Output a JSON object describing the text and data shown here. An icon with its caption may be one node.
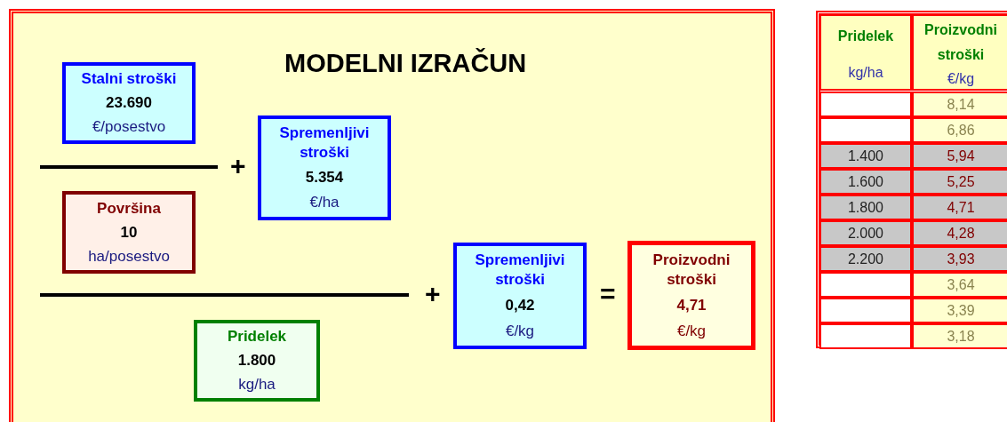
{
  "diagram": {
    "title": "MODELNI IZRAČUN",
    "nodes": [
      {
        "text": [
          "Stalni stroški",
          "23.690",
          "€/posestvo"
        ]
      },
      {
        "text": [
          "Spremenljivi stroški",
          "5.354",
          "€/ha"
        ]
      },
      {
        "text": [
          "Površina",
          "10",
          "ha/posestvo"
        ]
      },
      {
        "text": [
          "Spremenljivi stroški",
          "0,42",
          "€/kg"
        ]
      },
      {
        "text": [
          "Proizvodni stroški",
          "4,71",
          "€/kg"
        ]
      },
      {
        "text": [
          "Pridelek",
          "1.800",
          "kg/ha"
        ]
      }
    ],
    "edges": [],
    "labels": [
      "+",
      "+",
      "=",
      "Pridelek",
      "Proizvodni stroški",
      "kg/ha",
      "€/kg",
      "8,14",
      "6,86",
      "1.400",
      "5,94",
      "1.600",
      "5,25",
      "1.800",
      "4,71",
      "2.000",
      "4,28",
      "2.200",
      "3,93",
      "3,64",
      "3,39",
      "3,18"
    ]
  }
}
